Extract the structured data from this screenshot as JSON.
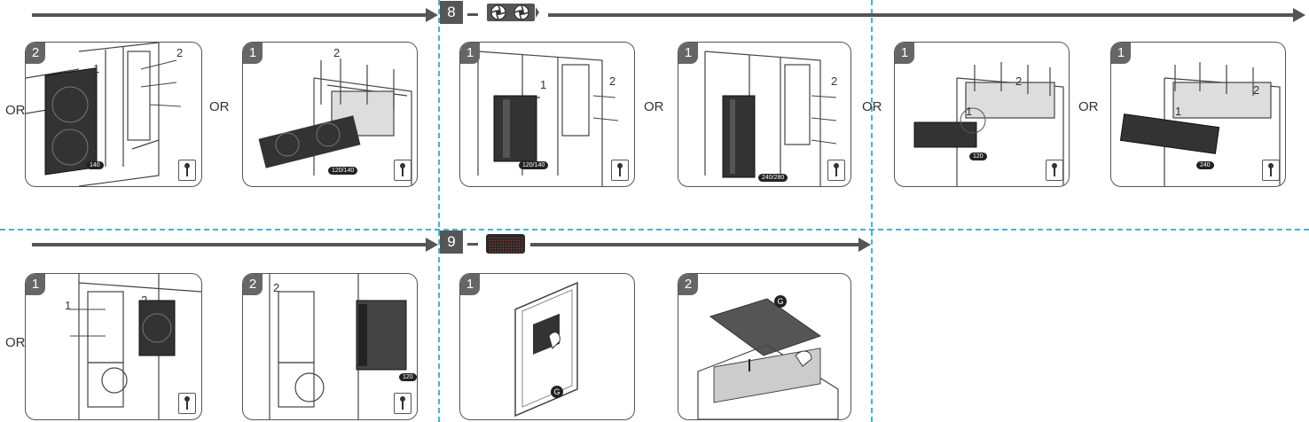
{
  "step8": {
    "number": "8",
    "icon": "radiator-fan-icon"
  },
  "step9": {
    "number": "9",
    "icon": "dust-filter-icon"
  },
  "or_label": "OR",
  "panels": [
    {
      "tag": "2",
      "size": "140",
      "screw": "2",
      "screw2": "1"
    },
    {
      "tag": "1",
      "size": "120/140",
      "screw": "2"
    },
    {
      "tag": "1",
      "size": "120/140",
      "screw": "2",
      "screw2": "1"
    },
    {
      "tag": "1",
      "size": "240/280",
      "screw": "2"
    },
    {
      "tag": "1",
      "size": "120",
      "screw": "2",
      "screw2": "1"
    },
    {
      "tag": "1",
      "size": "240",
      "screw": "2",
      "screw2": "1"
    },
    {
      "tag": "1",
      "screw": "2",
      "screw2": "1"
    },
    {
      "tag": "2",
      "size": "120",
      "screw": "2"
    },
    {
      "tag": "1",
      "filter": "G"
    },
    {
      "tag": "2",
      "filter": "G"
    }
  ]
}
